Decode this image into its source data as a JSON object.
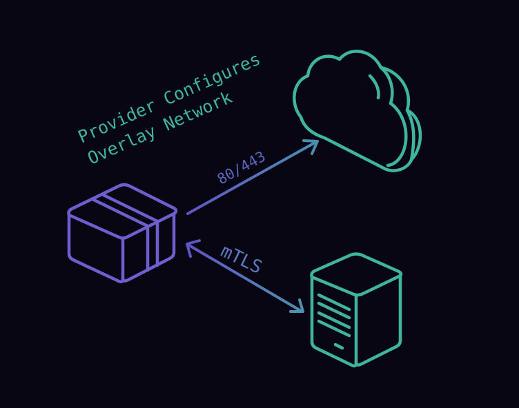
{
  "title": {
    "line1": "Provider Configures",
    "line2": "Overlay Network"
  },
  "edges": {
    "internet_port_label": "80/443",
    "mtls_label": "mTLS"
  },
  "icons": {
    "box": "package-box-icon",
    "cloud": "cloud-icon",
    "server": "server-tower-icon"
  },
  "colors": {
    "background": "#080613",
    "teal": "#3fb5a0",
    "purple": "#6e5fd0",
    "arrow_purple": "#5a58b8"
  }
}
